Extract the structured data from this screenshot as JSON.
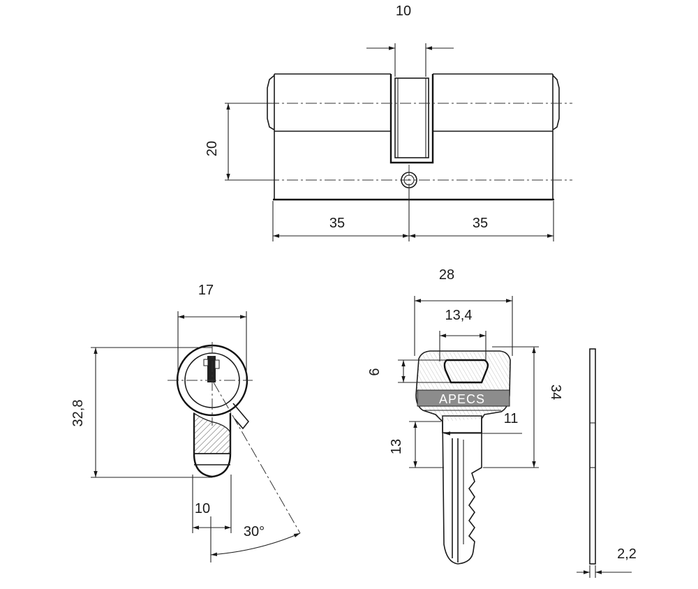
{
  "cylinder_front": {
    "dim_top": "10",
    "dim_height": "20",
    "dim_left": "35",
    "dim_right": "35"
  },
  "cylinder_side": {
    "dim_width": "17",
    "dim_height": "32,8",
    "dim_cam": "10",
    "dim_angle": "30°"
  },
  "key": {
    "brand": "APECS",
    "dim_width": "28",
    "dim_head_inner": "13,4",
    "dim_hole": "6",
    "dim_length": "34",
    "dim_blade": "11",
    "dim_shoulder": "13",
    "dim_thickness": "2,2"
  }
}
